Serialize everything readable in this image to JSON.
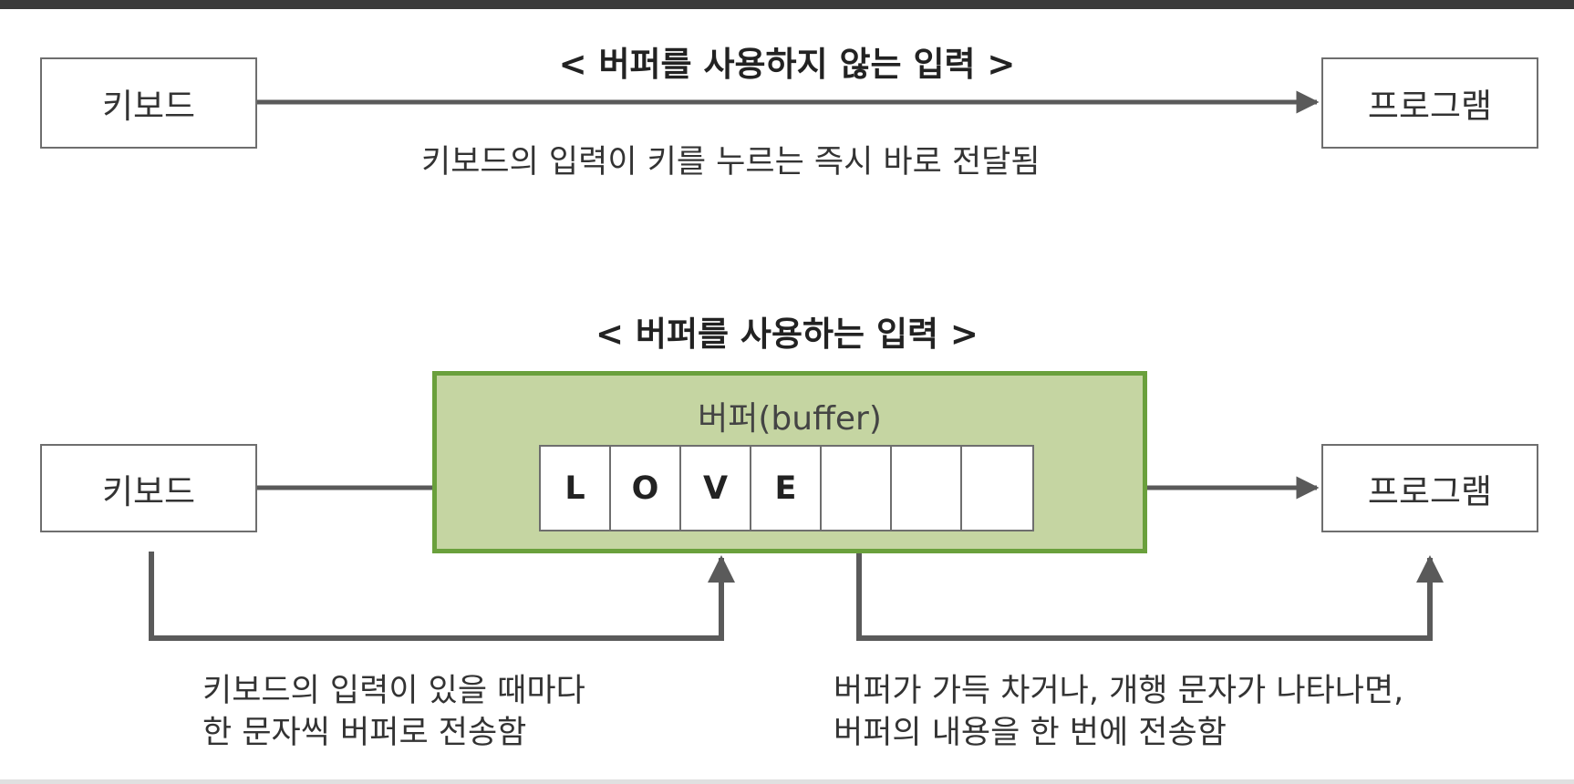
{
  "colors": {
    "arrow": "#5a5a5a",
    "box_border": "#6e6e6e",
    "buffer_fill": "#c5d5a2",
    "buffer_border": "#6aa03c",
    "top_rule": "#3a3a3a"
  },
  "no_buffer": {
    "title": "< 버퍼를 사용하지 않는 입력 >",
    "source": "키보드",
    "target": "프로그램",
    "caption": "키보드의 입력이 키를 누르는 즉시 바로 전달됨"
  },
  "with_buffer": {
    "title": "< 버퍼를 사용하는 입력 >",
    "source": "키보드",
    "target": "프로그램",
    "buffer_label": "버퍼(buffer)",
    "cells": [
      "L",
      "O",
      "V",
      "E",
      "",
      "",
      ""
    ],
    "caption_left": [
      "키보드의 입력이 있을 때마다",
      "한 문자씩 버퍼로 전송함"
    ],
    "caption_right": [
      "버퍼가 가득 차거나, 개행 문자가 나타나면,",
      "버퍼의 내용을 한 번에 전송함"
    ]
  }
}
